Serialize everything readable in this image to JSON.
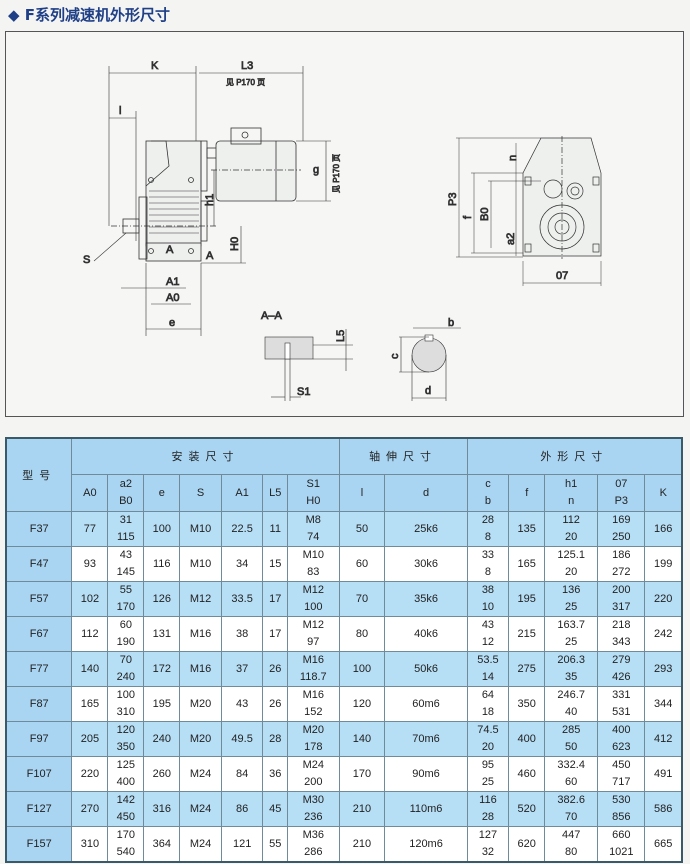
{
  "title": "◆ F系列减速机外形尺寸",
  "drawing": {
    "labels": {
      "K": "K",
      "L3": "L3",
      "see_page": "见 P170 页",
      "l": "l",
      "g": "g",
      "h1": "h1",
      "H0": "H0",
      "S": "S",
      "A": "A",
      "A1": "A1",
      "A0": "A0",
      "e": "e",
      "section": "A–A",
      "L5": "L5",
      "S1": "S1",
      "b": "b",
      "c": "c",
      "d": "d",
      "n": "n",
      "P3": "P3",
      "f": "f",
      "B0": "B0",
      "a2": "a2",
      "O7": "07"
    }
  },
  "table": {
    "model_header": "型号",
    "groups": [
      "安装尺寸",
      "轴伸尺寸",
      "外形尺寸"
    ],
    "columns": [
      [
        "A0"
      ],
      [
        "a2",
        "B0"
      ],
      [
        "e"
      ],
      [
        "S"
      ],
      [
        "A1"
      ],
      [
        "L5"
      ],
      [
        "S1",
        "H0"
      ],
      [
        "l"
      ],
      [
        "d"
      ],
      [
        "c",
        "b"
      ],
      [
        "f"
      ],
      [
        "h1",
        "n"
      ],
      [
        "07",
        "P3"
      ],
      [
        "K"
      ]
    ],
    "rows": [
      [
        "F37",
        "77",
        [
          "31",
          "115"
        ],
        "100",
        "M10",
        "22.5",
        "11",
        [
          "M8",
          "74"
        ],
        "50",
        "25k6",
        [
          "28",
          "8"
        ],
        "135",
        [
          "112",
          "20"
        ],
        [
          "169",
          "250"
        ],
        "166"
      ],
      [
        "F47",
        "93",
        [
          "43",
          "145"
        ],
        "116",
        "M10",
        "34",
        "15",
        [
          "M10",
          "83"
        ],
        "60",
        "30k6",
        [
          "33",
          "8"
        ],
        "165",
        [
          "125.1",
          "20"
        ],
        [
          "186",
          "272"
        ],
        "199"
      ],
      [
        "F57",
        "102",
        [
          "55",
          "170"
        ],
        "126",
        "M12",
        "33.5",
        "17",
        [
          "M12",
          "100"
        ],
        "70",
        "35k6",
        [
          "38",
          "10"
        ],
        "195",
        [
          "136",
          "25"
        ],
        [
          "200",
          "317"
        ],
        "220"
      ],
      [
        "F67",
        "112",
        [
          "60",
          "190"
        ],
        "131",
        "M16",
        "38",
        "17",
        [
          "M12",
          "97"
        ],
        "80",
        "40k6",
        [
          "43",
          "12"
        ],
        "215",
        [
          "163.7",
          "25"
        ],
        [
          "218",
          "343"
        ],
        "242"
      ],
      [
        "F77",
        "140",
        [
          "70",
          "240"
        ],
        "172",
        "M16",
        "37",
        "26",
        [
          "M16",
          "118.7"
        ],
        "100",
        "50k6",
        [
          "53.5",
          "14"
        ],
        "275",
        [
          "206.3",
          "35"
        ],
        [
          "279",
          "426"
        ],
        "293"
      ],
      [
        "F87",
        "165",
        [
          "100",
          "310"
        ],
        "195",
        "M20",
        "43",
        "26",
        [
          "M16",
          "152"
        ],
        "120",
        "60m6",
        [
          "64",
          "18"
        ],
        "350",
        [
          "246.7",
          "40"
        ],
        [
          "331",
          "531"
        ],
        "344"
      ],
      [
        "F97",
        "205",
        [
          "120",
          "350"
        ],
        "240",
        "M20",
        "49.5",
        "28",
        [
          "M20",
          "178"
        ],
        "140",
        "70m6",
        [
          "74.5",
          "20"
        ],
        "400",
        [
          "285",
          "50"
        ],
        [
          "400",
          "623"
        ],
        "412"
      ],
      [
        "F107",
        "220",
        [
          "125",
          "400"
        ],
        "260",
        "M24",
        "84",
        "36",
        [
          "M24",
          "200"
        ],
        "170",
        "90m6",
        [
          "95",
          "25"
        ],
        "460",
        [
          "332.4",
          "60"
        ],
        [
          "450",
          "717"
        ],
        "491"
      ],
      [
        "F127",
        "270",
        [
          "142",
          "450"
        ],
        "316",
        "M24",
        "86",
        "45",
        [
          "M30",
          "236"
        ],
        "210",
        "110m6",
        [
          "116",
          "28"
        ],
        "520",
        [
          "382.6",
          "70"
        ],
        [
          "530",
          "856"
        ],
        "586"
      ],
      [
        "F157",
        "310",
        [
          "170",
          "540"
        ],
        "364",
        "M24",
        "121",
        "55",
        [
          "M36",
          "286"
        ],
        "210",
        "120m6",
        [
          "127",
          "32"
        ],
        "620",
        [
          "447",
          "80"
        ],
        [
          "660",
          "1021"
        ],
        "665"
      ]
    ]
  }
}
